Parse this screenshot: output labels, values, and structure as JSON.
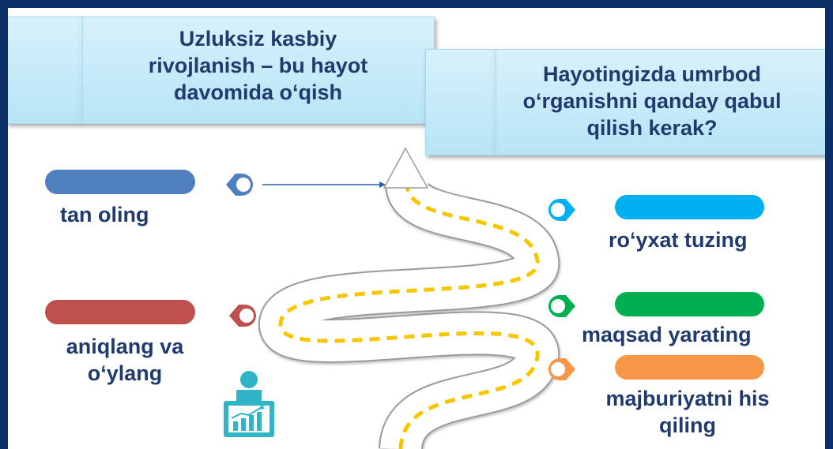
{
  "title_left": "Uzluksiz kasbiy\nrivojlanish – bu hayot\ndavomida o‘qish",
  "title_right": "Hayotingizda umrbod\no‘rganishni qanday qabul\nqilish kerak?",
  "steps": [
    {
      "label": "tan oling",
      "color": "#4f7fbf"
    },
    {
      "label": "aniqlang va\no‘ylang",
      "color": "#c0504d"
    },
    {
      "label": "ro‘yxat tuzing",
      "color": "#00b0f0"
    },
    {
      "label": "maqsad yarating",
      "color": "#00b050"
    },
    {
      "label": "majburiyatni his\nqiling",
      "color": "#f79646"
    }
  ],
  "colors": {
    "background": "#0b2f66",
    "text": "#1f3b6e",
    "road_dash": "#f7c600",
    "presenter_icon": "#2fb5c7"
  },
  "icons": [
    "presenter-chart-icon",
    "arrow-up-icon"
  ]
}
